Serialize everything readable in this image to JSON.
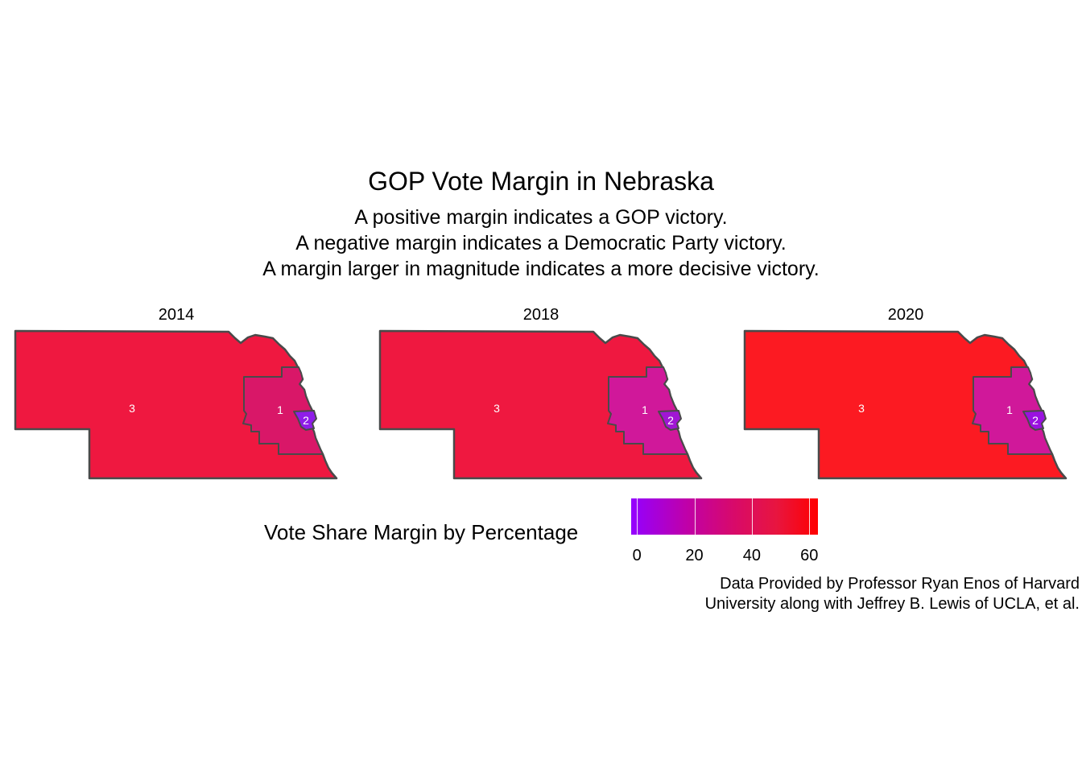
{
  "title": "GOP Vote Margin in Nebraska",
  "subtitle_lines": [
    "A positive margin indicates a GOP victory.",
    "A negative margin indicates a Democratic Party victory.",
    "A margin larger in magnitude indicates a more decisive victory."
  ],
  "panels": [
    {
      "year": "2014",
      "districts": [
        {
          "id": "3",
          "label": "3",
          "color": "#ef1840"
        },
        {
          "id": "1",
          "label": "1",
          "color": "#d91768"
        },
        {
          "id": "2",
          "label": "2",
          "color": "#8f1de8"
        }
      ]
    },
    {
      "year": "2018",
      "districts": [
        {
          "id": "3",
          "label": "3",
          "color": "#ef1840"
        },
        {
          "id": "1",
          "label": "1",
          "color": "#d0189a"
        },
        {
          "id": "2",
          "label": "2",
          "color": "#a016d4"
        }
      ]
    },
    {
      "year": "2020",
      "districts": [
        {
          "id": "3",
          "label": "3",
          "color": "#fc1a22"
        },
        {
          "id": "1",
          "label": "1",
          "color": "#d0189a"
        },
        {
          "id": "2",
          "label": "2",
          "color": "#9a12e0"
        }
      ]
    }
  ],
  "legend": {
    "title": "Vote Share Margin by Percentage",
    "ticks": [
      "0",
      "20",
      "40",
      "60"
    ],
    "tick_values": [
      0,
      20,
      40,
      60
    ],
    "range": [
      -2,
      63
    ],
    "low_color": "#9400ff",
    "high_color": "#ff0000"
  },
  "caption_lines": [
    "Data Provided by Professor Ryan Enos of Harvard",
    "University along with Jeffrey B. Lewis of UCLA, et al."
  ],
  "border_color": "#4a4a4a"
}
